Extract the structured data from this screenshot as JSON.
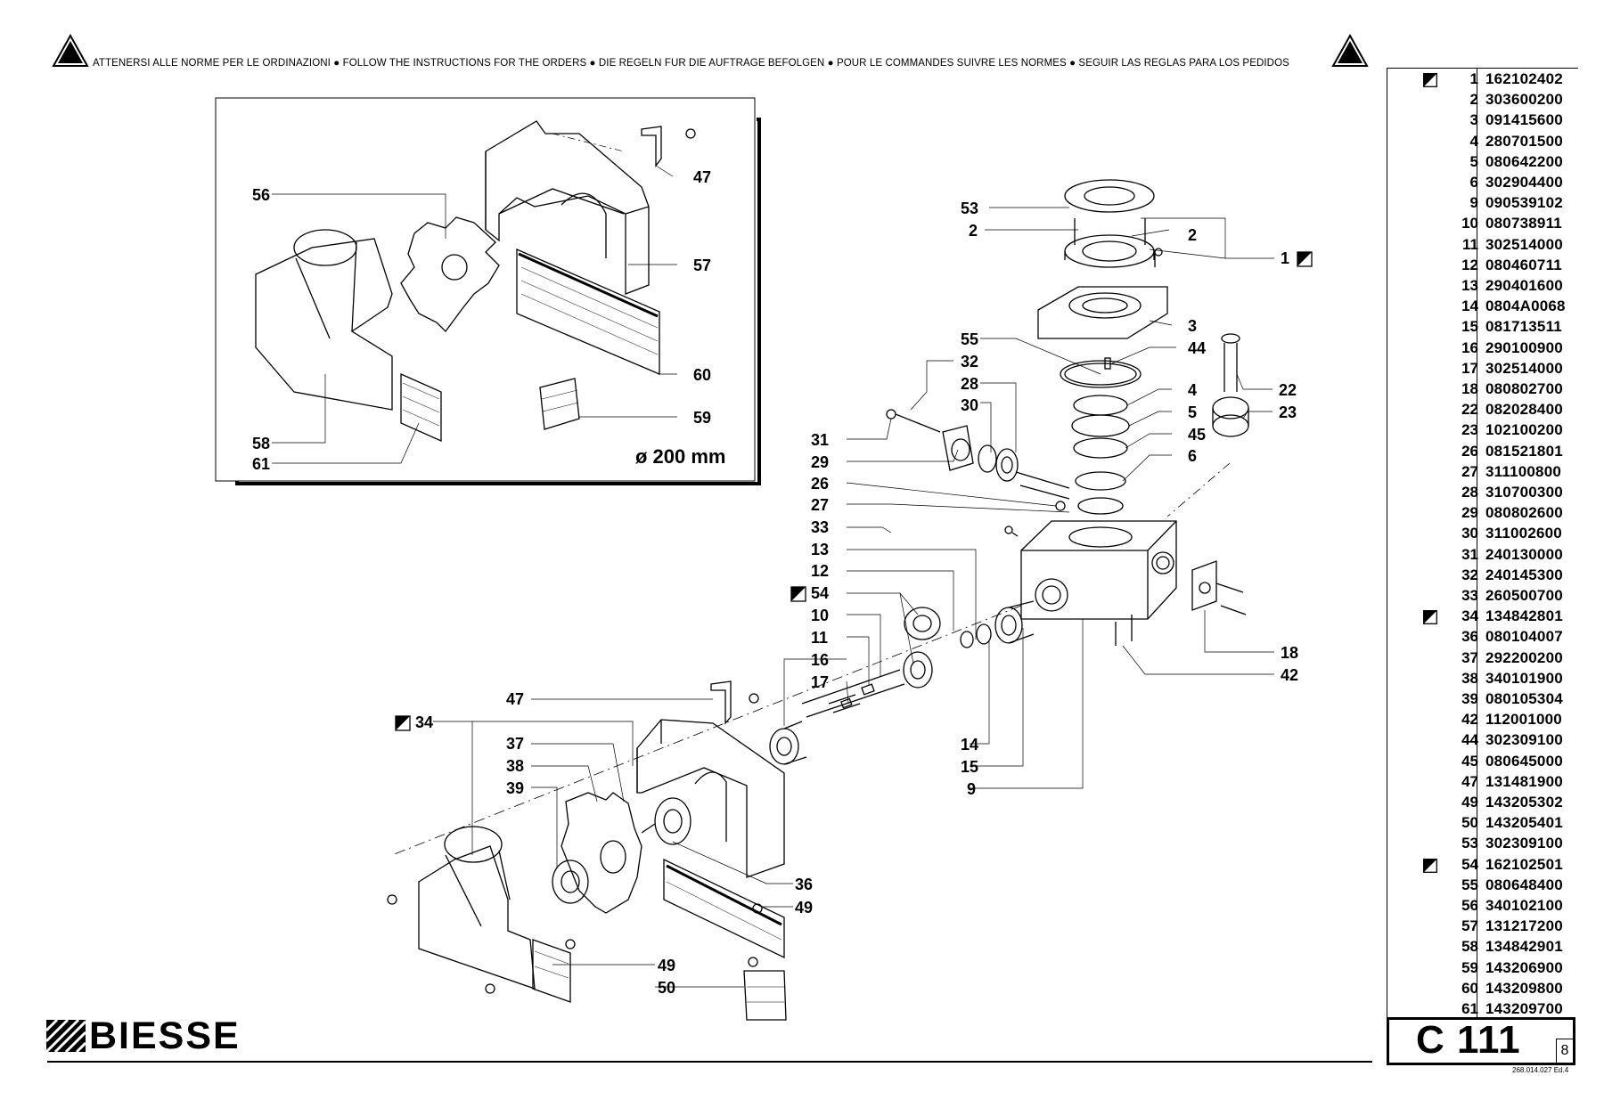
{
  "header": {
    "instructions": "ATTENERSI ALLE NORME PER LE ORDINAZIONI  ●  FOLLOW THE INSTRUCTIONS FOR THE ORDERS ● DIE REGELN FUR DIE AUFTRAGE BEFOLGEN ● POUR LE COMMANDES SUIVRE LES NORMES ● SEGUIR LAS REGLAS PARA LOS PEDIDOS",
    "left_icon": "warning-triangle-icon",
    "right_icon": "warning-triangle-icon"
  },
  "inset": {
    "diameter_label": "ø 200 mm"
  },
  "callouts": {
    "c1": "1",
    "c2a": "2",
    "c2b": "2",
    "c3": "3",
    "c4": "4",
    "c5": "5",
    "c6": "6",
    "c9": "9",
    "c10": "10",
    "c11": "11",
    "c12": "12",
    "c13": "13",
    "c14": "14",
    "c15": "15",
    "c16": "16",
    "c17": "17",
    "c18": "18",
    "c22": "22",
    "c23": "23",
    "c26": "26",
    "c27": "27",
    "c28": "28",
    "c29": "29",
    "c30": "30",
    "c31": "31",
    "c32": "32",
    "c33": "33",
    "c34": "34",
    "c36": "36",
    "c37": "37",
    "c38": "38",
    "c39": "39",
    "c42": "42",
    "c44": "44",
    "c45": "45",
    "c47a": "47",
    "c47b": "47",
    "c49a": "49",
    "c49b": "49",
    "c50": "50",
    "c53": "53",
    "c54": "54",
    "c55": "55",
    "c56": "56",
    "c57": "57",
    "c58": "58",
    "c59": "59",
    "c60": "60",
    "c61": "61"
  },
  "parts": [
    {
      "num": "1",
      "code": "162102402",
      "marked": true
    },
    {
      "num": "2",
      "code": "303600200",
      "marked": false
    },
    {
      "num": "3",
      "code": "091415600",
      "marked": false
    },
    {
      "num": "4",
      "code": "280701500",
      "marked": false
    },
    {
      "num": "5",
      "code": "080642200",
      "marked": false
    },
    {
      "num": "6",
      "code": "302904400",
      "marked": false
    },
    {
      "num": "9",
      "code": "090539102",
      "marked": false
    },
    {
      "num": "10",
      "code": "080738911",
      "marked": false
    },
    {
      "num": "11",
      "code": "302514000",
      "marked": false
    },
    {
      "num": "12",
      "code": "080460711",
      "marked": false
    },
    {
      "num": "13",
      "code": "290401600",
      "marked": false
    },
    {
      "num": "14",
      "code": "0804A0068",
      "marked": false
    },
    {
      "num": "15",
      "code": "081713511",
      "marked": false
    },
    {
      "num": "16",
      "code": "290100900",
      "marked": false
    },
    {
      "num": "17",
      "code": "302514000",
      "marked": false
    },
    {
      "num": "18",
      "code": "080802700",
      "marked": false
    },
    {
      "num": "22",
      "code": "082028400",
      "marked": false
    },
    {
      "num": "23",
      "code": "102100200",
      "marked": false
    },
    {
      "num": "26",
      "code": "081521801",
      "marked": false
    },
    {
      "num": "27",
      "code": "311100800",
      "marked": false
    },
    {
      "num": "28",
      "code": "310700300",
      "marked": false
    },
    {
      "num": "29",
      "code": "080802600",
      "marked": false
    },
    {
      "num": "30",
      "code": "311002600",
      "marked": false
    },
    {
      "num": "31",
      "code": "240130000",
      "marked": false
    },
    {
      "num": "32",
      "code": "240145300",
      "marked": false
    },
    {
      "num": "33",
      "code": "260500700",
      "marked": false
    },
    {
      "num": "34",
      "code": "134842801",
      "marked": true
    },
    {
      "num": "36",
      "code": "080104007",
      "marked": false
    },
    {
      "num": "37",
      "code": "292200200",
      "marked": false
    },
    {
      "num": "38",
      "code": "340101900",
      "marked": false
    },
    {
      "num": "39",
      "code": "080105304",
      "marked": false
    },
    {
      "num": "42",
      "code": "112001000",
      "marked": false
    },
    {
      "num": "44",
      "code": "302309100",
      "marked": false
    },
    {
      "num": "45",
      "code": "080645000",
      "marked": false
    },
    {
      "num": "47",
      "code": "131481900",
      "marked": false
    },
    {
      "num": "49",
      "code": "143205302",
      "marked": false
    },
    {
      "num": "50",
      "code": "143205401",
      "marked": false
    },
    {
      "num": "53",
      "code": "302309100",
      "marked": false
    },
    {
      "num": "54",
      "code": "162102501",
      "marked": true
    },
    {
      "num": "55",
      "code": "080648400",
      "marked": false
    },
    {
      "num": "56",
      "code": "340102100",
      "marked": false
    },
    {
      "num": "57",
      "code": "131217200",
      "marked": false
    },
    {
      "num": "58",
      "code": "134842901",
      "marked": false
    },
    {
      "num": "59",
      "code": "143206900",
      "marked": false
    },
    {
      "num": "60",
      "code": "143209800",
      "marked": false
    },
    {
      "num": "61",
      "code": "143209700",
      "marked": false
    }
  ],
  "footer": {
    "brand": "BIESSE",
    "page_code": "C 111",
    "page_sub": "8",
    "doc_ref": "268.014.027 Ed.4"
  }
}
